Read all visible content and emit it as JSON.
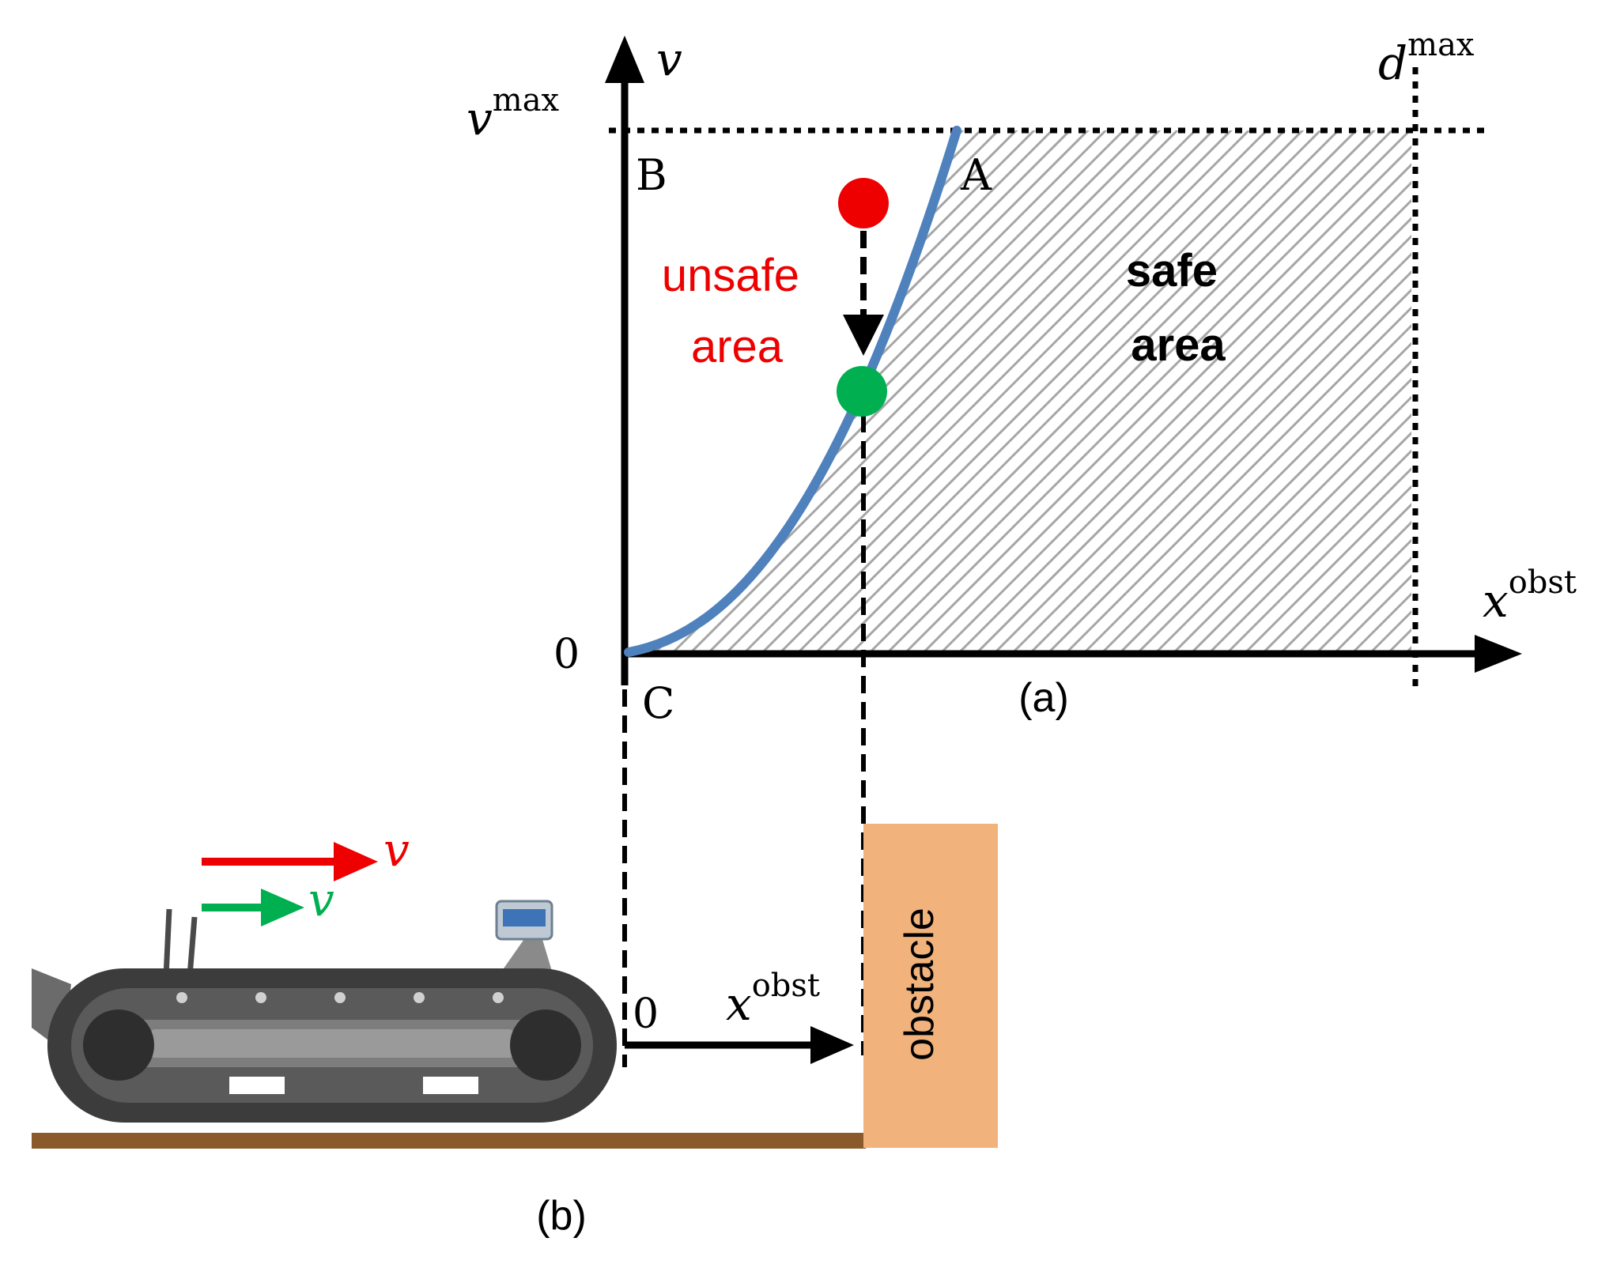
{
  "chart": {
    "y_axis_label": "v",
    "x_axis_label_base": "x",
    "x_axis_label_sup": "obst",
    "vmax_base": "v",
    "vmax_sup": "max",
    "dmax_base": "d",
    "dmax_sup": "max",
    "origin_label": "0",
    "point_a": "A",
    "point_b": "B",
    "point_c": "C",
    "unsafe_line1": "unsafe",
    "unsafe_line2": "area",
    "safe_line1": "safe",
    "safe_line2": "area",
    "panel_label": "(a)"
  },
  "scene": {
    "velocity_red_label": "v",
    "velocity_green_label": "v",
    "origin_label": "0",
    "distance_label_base": "x",
    "distance_label_sup": "obst",
    "obstacle_label": "obstacle",
    "panel_label": "(b)"
  },
  "colors": {
    "curve": "#4f81bd",
    "unsafe_point": "#ee0000",
    "safe_point": "#00b050",
    "unsafe_text": "#ee0000",
    "velocity_green": "#00b050",
    "obstacle_fill": "#f1b27c",
    "ground": "#8b5a2b",
    "hatch": "#a6a6a6"
  }
}
